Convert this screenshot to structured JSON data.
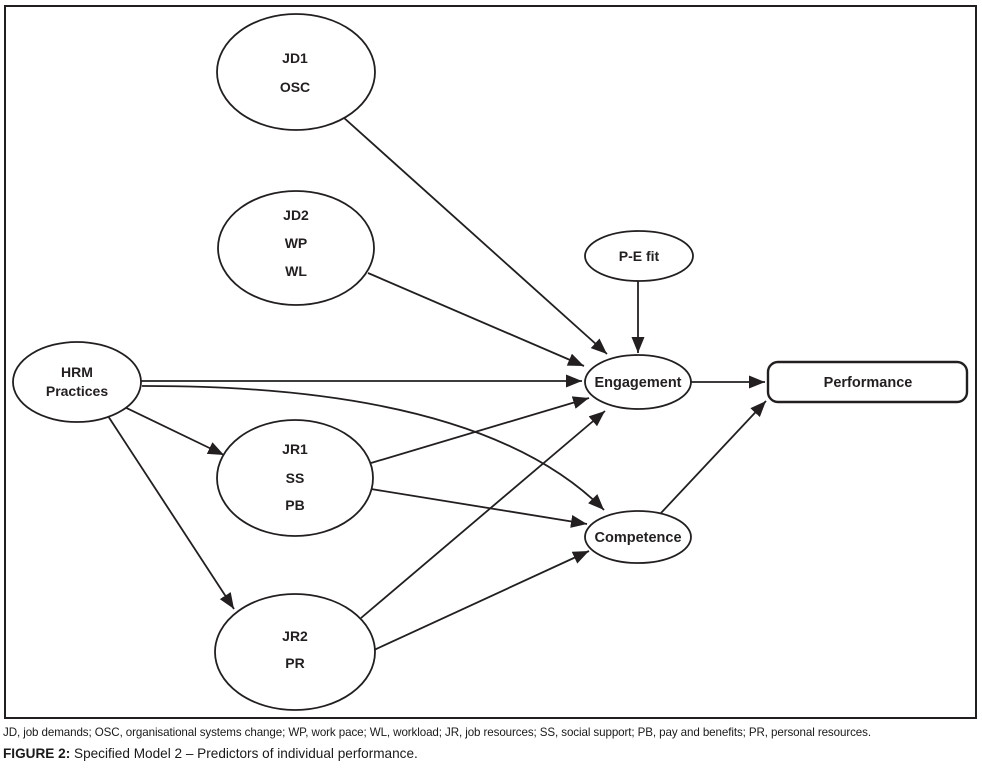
{
  "figure": {
    "note": "JD, job demands; OSC, organisational systems change; WP, work pace; WL, workload; JR, job resources; SS, social support; PB, pay and benefits; PR, personal resources.",
    "caption_label": "FIGURE 2:",
    "caption_text": "Specified Model 2 – Predictors of individual performance."
  },
  "colors": {
    "line": "#231f20",
    "text": "#231f20",
    "background": "#ffffff"
  },
  "nodes": {
    "jd1": {
      "lines": [
        "JD1",
        "OSC"
      ]
    },
    "jd2": {
      "lines": [
        "JD2",
        "WP",
        "WL"
      ]
    },
    "hrm": {
      "lines": [
        "HRM",
        "Practices"
      ]
    },
    "jr1": {
      "lines": [
        "JR1",
        "SS",
        "PB"
      ]
    },
    "jr2": {
      "lines": [
        "JR2",
        "PR"
      ]
    },
    "pe_fit": {
      "label": "P-E fit"
    },
    "engagement": {
      "label": "Engagement"
    },
    "competence": {
      "label": "Competence"
    },
    "performance": {
      "label": "Performance"
    }
  },
  "edges": [
    {
      "from": "JD1 / OSC",
      "to": "Engagement"
    },
    {
      "from": "JD2 / WP / WL",
      "to": "Engagement"
    },
    {
      "from": "P-E fit",
      "to": "Engagement"
    },
    {
      "from": "HRM Practices",
      "to": "Engagement"
    },
    {
      "from": "HRM Practices",
      "to": "Competence"
    },
    {
      "from": "HRM Practices",
      "to": "JR1 / SS / PB"
    },
    {
      "from": "HRM Practices",
      "to": "JR2 / PR"
    },
    {
      "from": "JR1 / SS / PB",
      "to": "Engagement"
    },
    {
      "from": "JR1 / SS / PB",
      "to": "Competence"
    },
    {
      "from": "JR2 / PR",
      "to": "Engagement"
    },
    {
      "from": "JR2 / PR",
      "to": "Competence"
    },
    {
      "from": "Engagement",
      "to": "Performance"
    },
    {
      "from": "Competence",
      "to": "Performance"
    }
  ]
}
